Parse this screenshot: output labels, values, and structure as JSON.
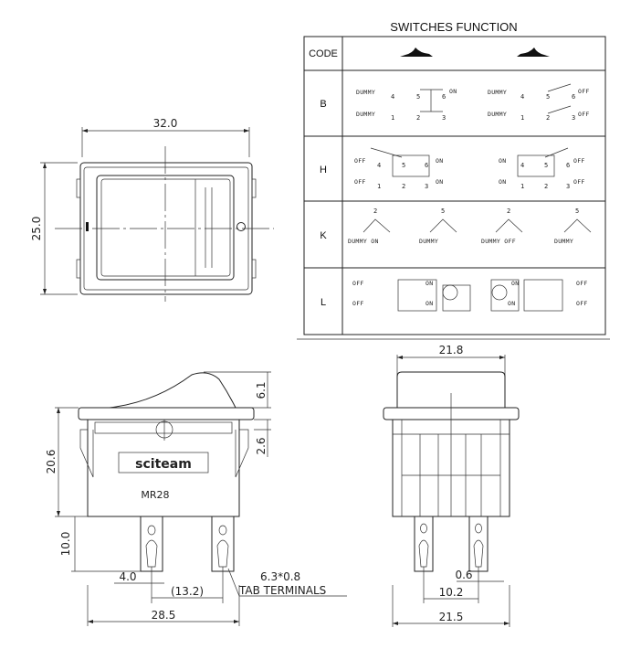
{
  "table": {
    "title": "SWITCHES FUNCTION",
    "header_code": "CODE",
    "rows": [
      {
        "code": "B"
      },
      {
        "code": "H"
      },
      {
        "code": "K"
      },
      {
        "code": "L"
      }
    ],
    "labels": {
      "dummy": "DUMMY",
      "on": "ON",
      "off": "OFF",
      "dummy_on": "DUMMY ON",
      "dummy_off": "DUMMY OFF"
    },
    "pins": [
      "1",
      "2",
      "3",
      "4",
      "5",
      "6"
    ]
  },
  "front_view": {
    "width_dim": "32.0",
    "height_dim": "25.0"
  },
  "side_view": {
    "brand": "sciteam",
    "model": "MR28",
    "dim_height": "20.6",
    "dim_rocker": "6.1",
    "dim_flange": "2.6",
    "dim_terminal": "10.0",
    "dim_pin_offset": "4.0",
    "dim_pin_pitch": "(13.2)",
    "dim_width": "28.5",
    "tab_size": "6.3*0.8",
    "tab_label": "TAB TERMINALS"
  },
  "end_view": {
    "dim_top": "21.8",
    "dim_pitch": "10.2",
    "dim_thickness": "0.6",
    "dim_bottom": "21.5"
  }
}
